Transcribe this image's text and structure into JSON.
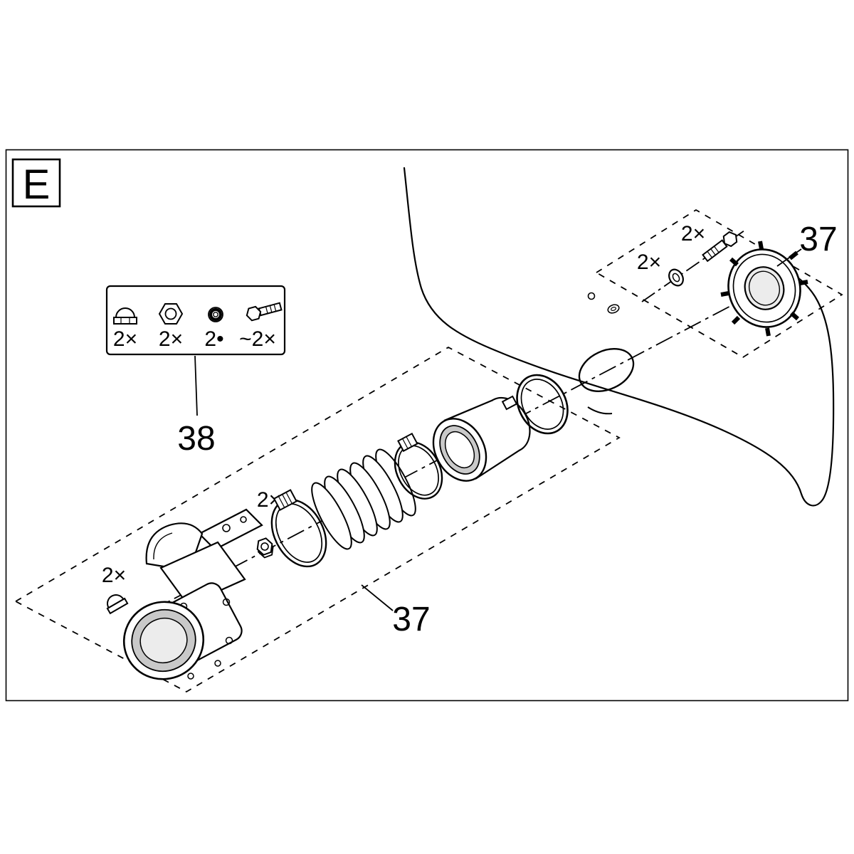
{
  "figure": {
    "type": "exploded-parts-diagram",
    "description": "Spare parts exploded view, section E, positions 37 and 38"
  },
  "colors": {
    "ink": "#000000",
    "background": "#ffffff",
    "bore_shade": "#c9c9c9",
    "light_shade": "#ececec"
  },
  "panel": {
    "label": "E"
  },
  "kit": {
    "callout": "38",
    "labels": {
      "cap_nut": "2×",
      "hex_nut": "2×",
      "washer": "2•",
      "bolt": "~2×"
    },
    "parts": [
      "cap-nut",
      "hex-nut",
      "washer",
      "bolt"
    ]
  },
  "right_group": {
    "callout": "37",
    "bolt_qty": "2×",
    "washer_qty": "2×",
    "parts": [
      "bolt",
      "washer",
      "ring-nut",
      "small-o-ring",
      "small-washer"
    ]
  },
  "lower_group": {
    "callout": "37",
    "hex_nut_qty": "2×",
    "cap_nut_qty": "2×",
    "parts": [
      "pump-elbow-housing",
      "cap-nut",
      "hex-nut",
      "hose-clamp",
      "corrugated-hose",
      "hose-clamp",
      "hose-connector",
      "o-ring",
      "sealing-ring"
    ]
  }
}
